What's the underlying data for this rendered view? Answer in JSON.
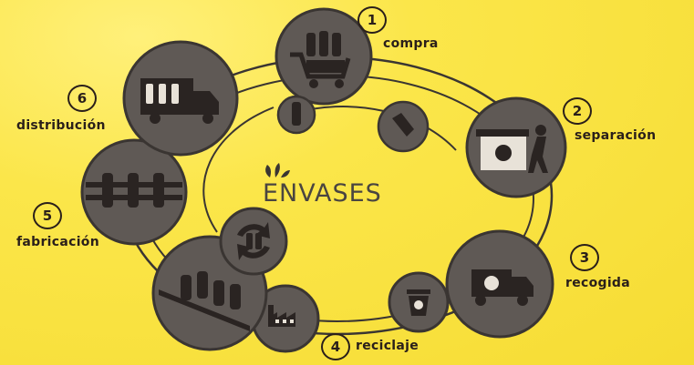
{
  "title": "ENVASES",
  "colors": {
    "background": "#f6dc33",
    "dark": "#3a3532",
    "circle": "#5f5955",
    "text": "#2a1f1a"
  },
  "steps": [
    {
      "number": "1",
      "label": "compra",
      "icon": "shopping-cart-icon"
    },
    {
      "number": "2",
      "label": "separación",
      "icon": "person-sorting-bin-icon"
    },
    {
      "number": "3",
      "label": "recogida",
      "icon": "recycling-truck-icon"
    },
    {
      "number": "4",
      "label": "reciclaje",
      "icon": "recycling-plant-icon"
    },
    {
      "number": "5",
      "label": "fabricación",
      "icon": "bottle-production-line-icon"
    },
    {
      "number": "6",
      "label": "distribución",
      "icon": "delivery-truck-icon"
    }
  ]
}
